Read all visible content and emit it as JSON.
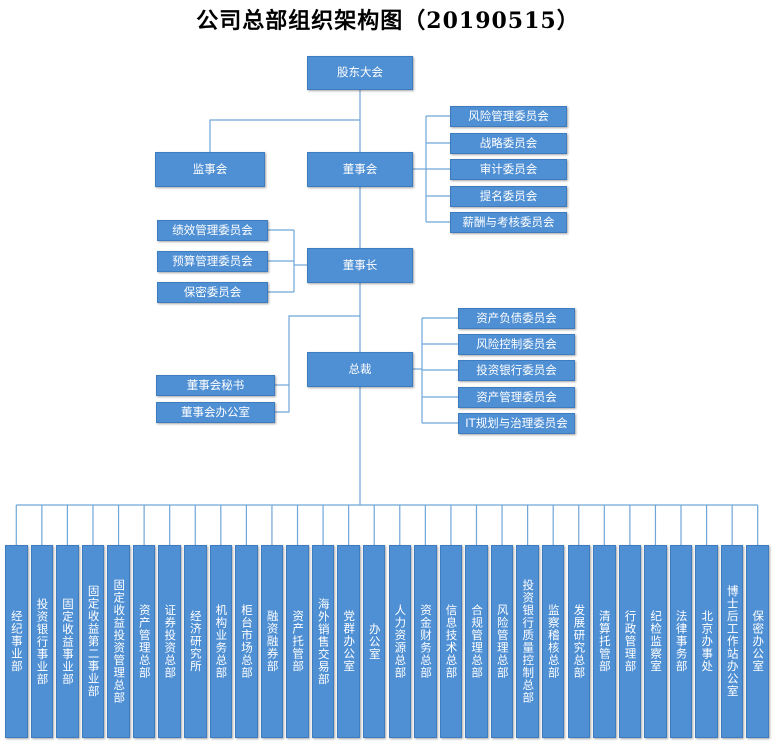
{
  "title": "公司总部组织架构图（20190515）",
  "nodes": {
    "shareholders": "股东大会",
    "supervisors": "监事会",
    "board": "董事会",
    "chairman": "董事长",
    "president": "总裁",
    "secretary": "董事会秘书",
    "board_office": "董事会办公室"
  },
  "board_committees": [
    "风险管理委员会",
    "战略委员会",
    "审计委员会",
    "提名委员会",
    "薪酬与考核委员会"
  ],
  "chairman_committees": [
    "绩效管理委员会",
    "预算管理委员会",
    "保密委员会"
  ],
  "president_committees": [
    "资产负债委员会",
    "风险控制委员会",
    "投资银行委员会",
    "资产管理委员会",
    "IT规划与治理委员会"
  ],
  "departments": [
    "经纪事业部",
    "投资银行事业部",
    "固定收益事业部",
    "固定收益第二事业部",
    "固定收益投资管理总部",
    "资产管理总部",
    "证券投资总部",
    "经济研究所",
    "机构业务总部",
    "柜台市场总部",
    "融资融券部",
    "资产托管部",
    "海外销售交易部",
    "党群办公室",
    "办公室",
    "人力资源总部",
    "资金财务总部",
    "信息技术总部",
    "合规管理总部",
    "风险管理总部",
    "投资银行质量控制总部",
    "监察稽核总部",
    "发展研究总部",
    "清算托管部",
    "行政管理部",
    "纪检监察室",
    "法律事务部",
    "北京办事处",
    "博士后工作站办公室",
    "保密办公室"
  ],
  "colors": {
    "box": "#4f8fd4",
    "line": "#6fa6d8",
    "text": "#ffffff"
  }
}
